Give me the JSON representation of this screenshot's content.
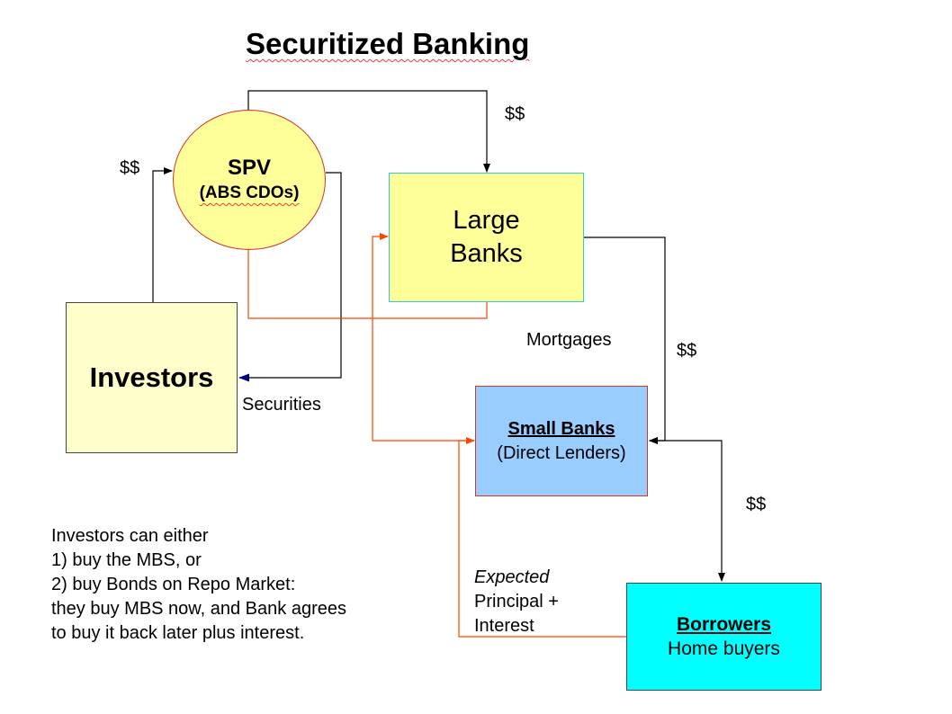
{
  "title": "Securitized Banking",
  "nodes": {
    "spv": {
      "line1": "SPV",
      "line2": "(ABS CDOs)"
    },
    "large_banks": {
      "line1": "Large",
      "line2": "Banks"
    },
    "investors": {
      "label": "Investors"
    },
    "small_banks": {
      "line1": "Small Banks",
      "line2": "(Direct Lenders)"
    },
    "borrowers": {
      "line1": "Borrowers",
      "line2": "Home buyers"
    }
  },
  "edge_labels": {
    "spv_to_large": "$$",
    "investors_to_spv": "$$",
    "mortgages": "Mortgages",
    "large_to_small": "$$",
    "securities": "Securities",
    "small_borrowers": "$$"
  },
  "expected": {
    "line1": "Expected",
    "line2": "Principal +",
    "line3": "Interest"
  },
  "notes": [
    "Investors can either",
    "1) buy the MBS, or",
    "2) buy Bonds on Repo Market:",
    "they buy MBS now, and Bank agrees",
    "to buy it back later plus interest."
  ],
  "colors": {
    "money_flow": "#000000",
    "asset_flow": "#ff4500",
    "securities_flow": "#000080"
  }
}
